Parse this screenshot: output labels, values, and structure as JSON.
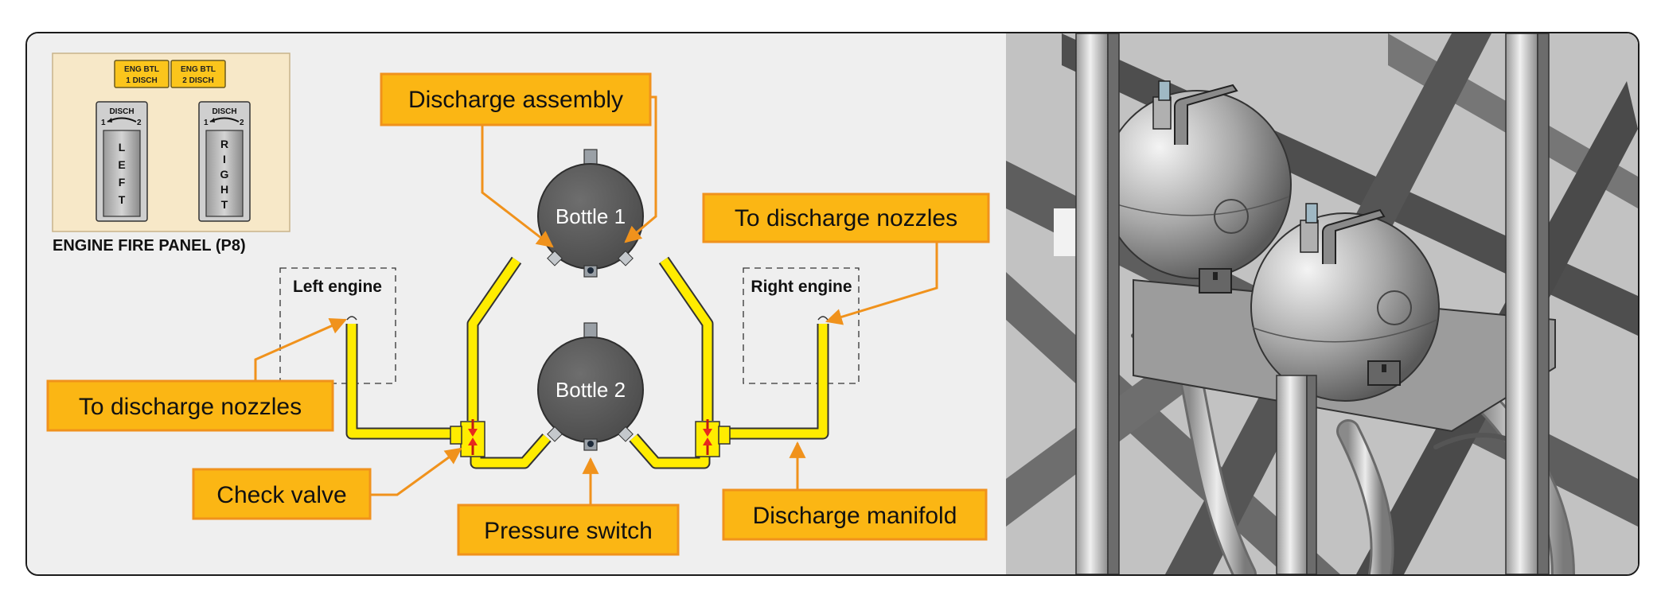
{
  "panel": {
    "title": "ENGINE FIRE PANEL (P8)",
    "indicators": [
      "ENG BTL 1 DISCH",
      "ENG BTL 2 DISCH"
    ],
    "indicator_lines": [
      [
        "ENG BTL",
        "1 DISCH"
      ],
      [
        "ENG BTL",
        "2 DISCH"
      ]
    ],
    "handles": [
      {
        "top": "DISCH",
        "pos1": "1",
        "pos2": "2",
        "letters": [
          "L",
          "E",
          "F",
          "T"
        ]
      },
      {
        "top": "DISCH",
        "pos1": "1",
        "pos2": "2",
        "letters": [
          "R",
          "I",
          "G",
          "H",
          "T"
        ]
      }
    ]
  },
  "bottles": [
    "Bottle 1",
    "Bottle 2"
  ],
  "engines": {
    "left": "Left engine",
    "right": "Right engine"
  },
  "callouts": {
    "discharge_assembly": "Discharge assembly",
    "nozzles_right": "To discharge nozzles",
    "nozzles_left": "To discharge nozzles",
    "check_valve": "Check valve",
    "pressure_switch": "Pressure switch",
    "discharge_manifold": "Discharge manifold"
  },
  "colors": {
    "callout_fill": "#fbb614",
    "callout_border": "#f0921c",
    "leader": "#f0921c",
    "pipe": "#ffec00",
    "bottle": "#5c5c5c",
    "panel_bg": "#f7e8c8",
    "valve_arrow": "#e8281e"
  }
}
